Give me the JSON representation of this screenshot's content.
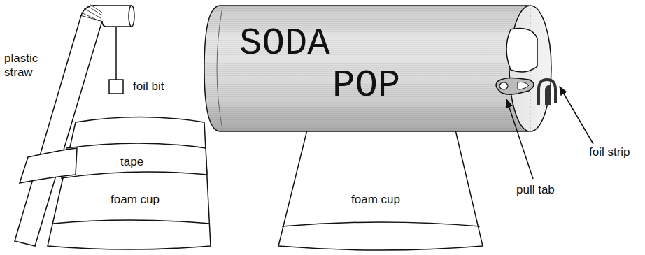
{
  "diagram": {
    "labels": [
      "plastic straw",
      "foil bit",
      "tape",
      "foam cup",
      "SODA",
      "POP",
      "pull tab",
      "foil strip",
      "foam cup"
    ]
  }
}
